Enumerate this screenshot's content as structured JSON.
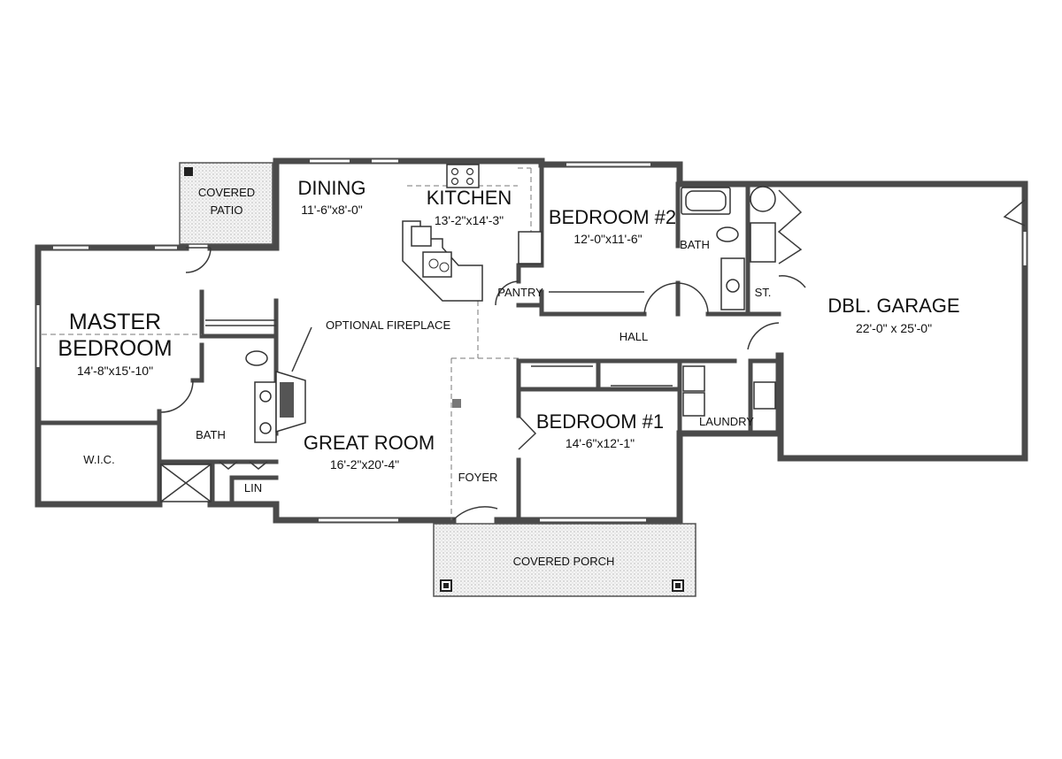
{
  "rooms": {
    "covered_patio": "COVERED PATIO",
    "dining": {
      "name": "DINING",
      "dims": "11'-6\"x8'-0\""
    },
    "kitchen": {
      "name": "KITCHEN",
      "dims": "13'-2\"x14'-3\""
    },
    "bedroom2": {
      "name": "BEDROOM #2",
      "dims": "12'-0\"x11'-6\""
    },
    "bath_upper": "BATH",
    "storage": "ST.",
    "garage": {
      "name": "DBL. GARAGE",
      "dims": "22'-0\" x 25'-0\""
    },
    "master": {
      "name_line1": "MASTER",
      "name_line2": "BEDROOM",
      "dims": "14'-8\"x15'-10\""
    },
    "pantry": "PANTRY",
    "fireplace": "OPTIONAL FIREPLACE",
    "hall": "HALL",
    "bath_master": "BATH",
    "great_room": {
      "name": "GREAT ROOM",
      "dims": "16'-2\"x20'-4\""
    },
    "bedroom1": {
      "name": "BEDROOM #1",
      "dims": "14'-6\"x12'-1\""
    },
    "laundry": "LAUNDRY",
    "wic": "W.I.C.",
    "foyer": "FOYER",
    "linen": "LIN",
    "covered_porch": "COVERED PORCH"
  }
}
